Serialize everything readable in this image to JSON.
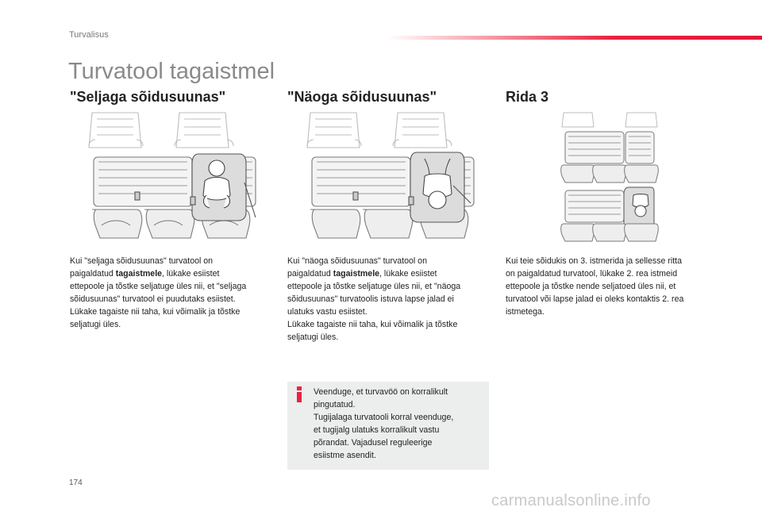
{
  "header": {
    "section": "Turvalisus"
  },
  "page_title": "Turvatool tagaistmel",
  "columns": [
    {
      "heading": "\"Seljaga sõidusuunas\"",
      "p1": "Kui \"seljaga sõidusuunas\" turvatool on",
      "p2_pre": "paigaldatud ",
      "p2_bold": "tagaistmele",
      "p2_post": ", lükake esiistet",
      "p3": "ettepoole ja tõstke seljatuge üles nii, et \"seljaga",
      "p4": "sõidusuunas\" turvatool ei puudutaks esiistet.",
      "p5": "Lükake tagaiste nii taha, kui võimalik ja tõstke",
      "p6": "seljatugi üles."
    },
    {
      "heading": "\"Näoga sõidusuunas\"",
      "p1": "Kui \"näoga sõidusuunas\" turvatool on",
      "p2_pre": "paigaldatud ",
      "p2_bold": "tagaistmele",
      "p2_post": ", lükake esiistet",
      "p3": "ettepoole ja tõstke seljatuge üles nii, et \"näoga",
      "p4": "sõidusuunas\" turvatoolis istuva lapse jalad ei",
      "p5": "ulatuks vastu esiistet.",
      "p6": "Lükake tagaiste nii taha, kui võimalik ja tõstke",
      "p7": "seljatugi üles."
    },
    {
      "heading": "Rida 3",
      "p1": "Kui teie sõidukis on 3. istmerida ja sellesse ritta",
      "p2": "on paigaldatud turvatool, lükake 2. rea istmeid",
      "p3": "ettepoole ja tõstke nende seljatoed üles nii, et",
      "p4": "turvatool või lapse jalad ei oleks kontaktis 2. rea",
      "p5": "istmetega."
    }
  ],
  "info_box": {
    "lines": [
      "Veenduge, et turvavöö on korralikult",
      "pingutatud.",
      "Tugijalaga turvatooli korral veenduge,",
      "et tugijalg ulatuks korralikult vastu",
      "põrandat. Vajadusel reguleerige",
      "esiistme asendit."
    ],
    "accent": "#e8233f"
  },
  "footer": {
    "page_number": "174",
    "watermark": "carmanualsonline.info"
  },
  "colors": {
    "accent": "#e8233f",
    "title_gray": "#8a8a8a",
    "box_bg": "#eceded"
  }
}
